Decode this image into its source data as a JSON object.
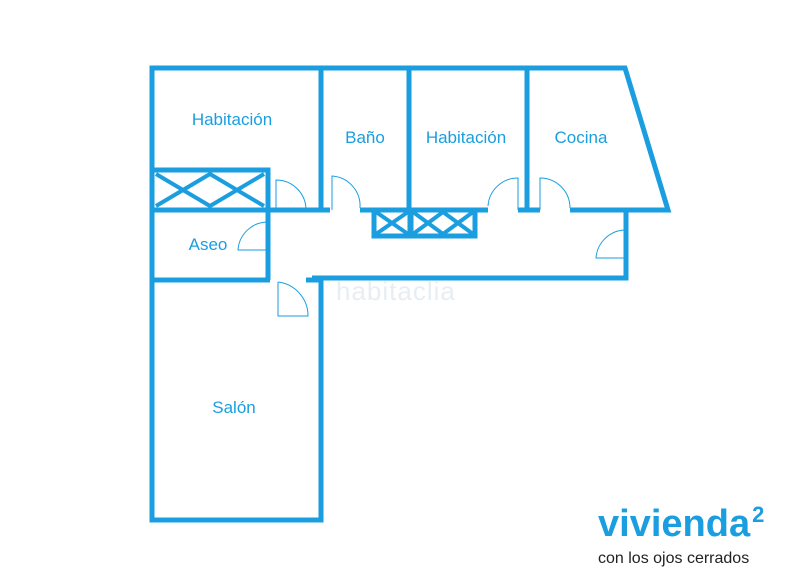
{
  "rooms": {
    "habitacion_1": "Habitación",
    "bano": "Baño",
    "habitacion_2": "Habitación",
    "cocina": "Cocina",
    "aseo": "Aseo",
    "salon": "Salón"
  },
  "watermark": "habitaclia",
  "logo": {
    "name": "vivienda",
    "superscript": "2",
    "tagline": "con los ojos cerrados"
  },
  "colors": {
    "wall": "#1a9ee0",
    "tagline": "#222222"
  }
}
